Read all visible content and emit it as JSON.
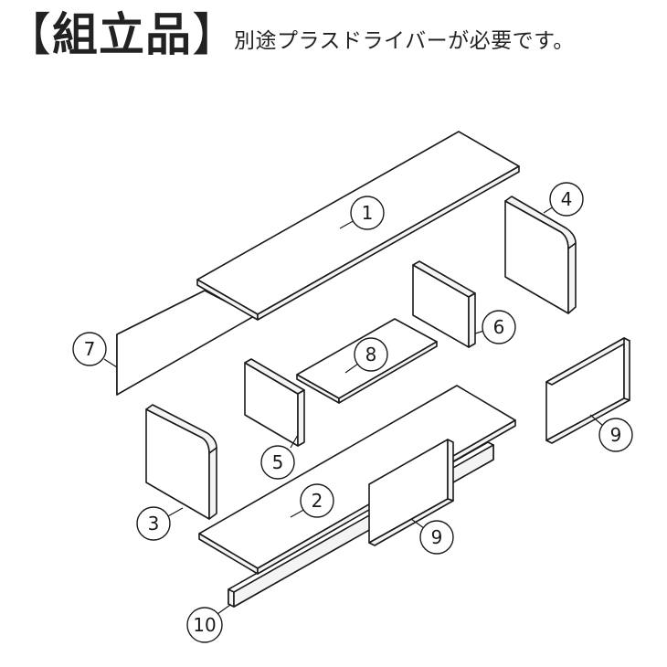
{
  "header": {
    "bracket_open": "【",
    "title": "組立品",
    "bracket_close": "】",
    "note": "別途プラスドライバーが必要です。"
  },
  "parts": [
    {
      "id": "part-1",
      "label": "1"
    },
    {
      "id": "part-2",
      "label": "2"
    },
    {
      "id": "part-3",
      "label": "3"
    },
    {
      "id": "part-4",
      "label": "4"
    },
    {
      "id": "part-5",
      "label": "5"
    },
    {
      "id": "part-6",
      "label": "6"
    },
    {
      "id": "part-7",
      "label": "7"
    },
    {
      "id": "part-8",
      "label": "8"
    },
    {
      "id": "part-9a",
      "label": "9"
    },
    {
      "id": "part-9b",
      "label": "9"
    },
    {
      "id": "part-10",
      "label": "10"
    }
  ]
}
